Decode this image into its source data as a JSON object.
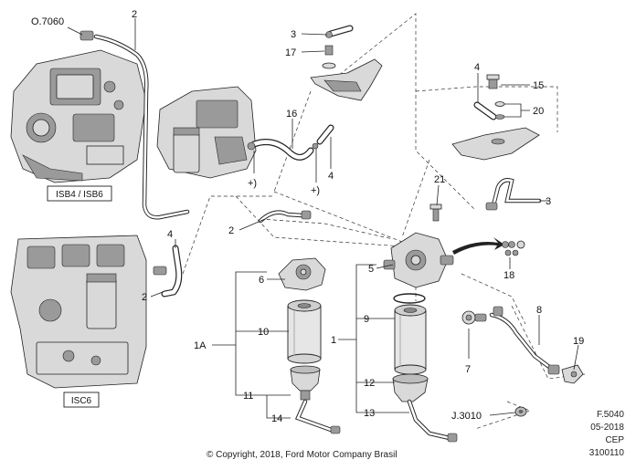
{
  "engine_labels": {
    "isb": "ISB4 / ISB6",
    "isc": "ISC6"
  },
  "callouts": {
    "c_o7060": "O.7060",
    "c_2_top": "2",
    "c_3_top": "3",
    "c_17": "17",
    "c_4_upper": "4",
    "c_15": "15",
    "c_20": "20",
    "c_16": "16",
    "c_plus_a": "+)",
    "c_plus_b": "+)",
    "c_4_mid": "4",
    "c_21": "21",
    "c_3_right": "3",
    "c_2_mid": "2",
    "c_4_left": "4",
    "c_2_left": "2",
    "c_6": "6",
    "c_5": "5",
    "c_18": "18",
    "c_8": "8",
    "c_10": "10",
    "c_9": "9",
    "c_1A": "1A",
    "c_1": "1",
    "c_7": "7",
    "c_19": "19",
    "c_11": "11",
    "c_12": "12",
    "c_14": "14",
    "c_13": "13",
    "c_j3010": "J.3010"
  },
  "footer": {
    "copyright": "© Copyright, 2018, Ford Motor Company Brasil",
    "figure": "F.5040",
    "date": "05-2018",
    "cep": "CEP",
    "code": "3100110"
  }
}
